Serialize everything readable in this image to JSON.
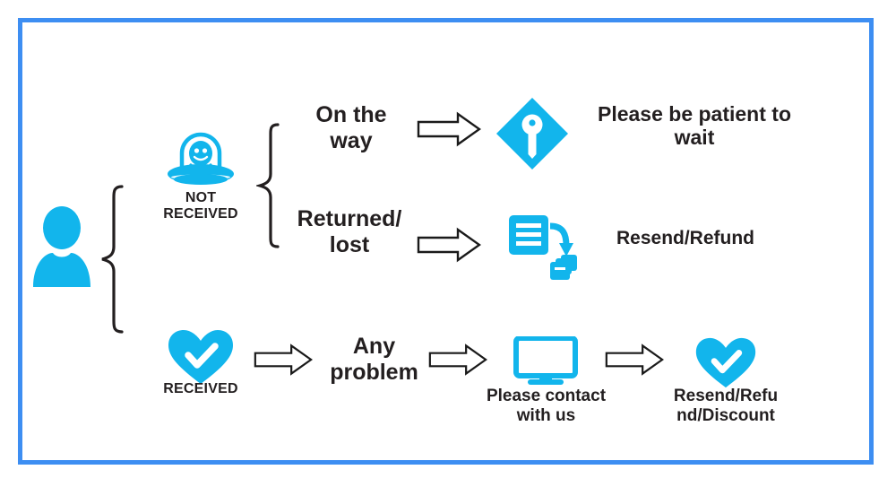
{
  "diagram": {
    "title": "Order status customer-service flowchart",
    "frame_color": "#3d8ef2",
    "accent_color": "#12b5ec",
    "text_color": "#231f20",
    "arrow_stroke": "#1a1a1a",
    "arrow_fill": "#ffffff"
  },
  "root": {
    "label": "",
    "icon": "person-icon"
  },
  "branches": [
    {
      "id": "not-received",
      "status_label": "NOT\nRECEIVED",
      "icon": "ufo-alien-icon",
      "sub_branches": [
        {
          "id": "on-the-way",
          "label": "On the\nway",
          "arrow": "arrow-right-icon",
          "result_icon": "key-diamond-icon",
          "result_label": "Please be patient to\nwait"
        },
        {
          "id": "returned-lost",
          "label": "Returned/\nlost",
          "arrow": "arrow-right-icon",
          "result_icon": "document-resend-icon",
          "result_label": "Resend/Refund"
        }
      ]
    },
    {
      "id": "received",
      "status_label": "RECEIVED",
      "icon": "heart-check-icon",
      "steps": [
        {
          "arrow": "arrow-right-icon",
          "label": "Any\nproblem"
        },
        {
          "arrow": "arrow-right-icon",
          "icon": "monitor-icon",
          "label": "Please contact\nwith us"
        },
        {
          "arrow": "arrow-right-icon",
          "icon": "heart-check-icon",
          "label": "Resend/Refu\nnd/Discount"
        }
      ]
    }
  ],
  "icons": {
    "person": "person-icon",
    "ufo": "ufo-alien-icon",
    "heart_check": "heart-check-icon",
    "key_diamond": "key-diamond-icon",
    "document_resend": "document-resend-icon",
    "monitor": "monitor-icon",
    "arrow_right": "arrow-right-icon",
    "brace_left": "curly-brace-icon"
  }
}
